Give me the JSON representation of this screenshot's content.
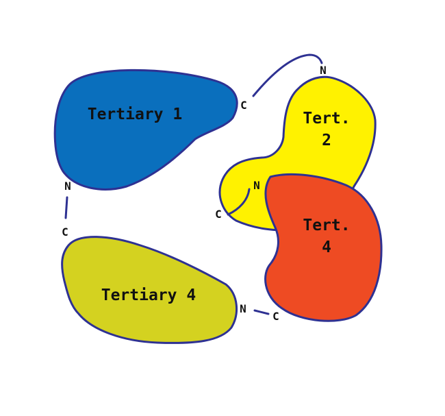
{
  "domains": {
    "tertiary_1": {
      "label": "Tertiary 1",
      "color": "#0a6fbd"
    },
    "tert_2": {
      "label_line1": "Tert.",
      "label_line2": "2",
      "color": "#fff200"
    },
    "tert_4_right": {
      "label_line1": "Tert.",
      "label_line2": "4",
      "color": "#ee4b23"
    },
    "tertiary_4": {
      "label": "Tertiary 4",
      "color": "#d4d220"
    }
  },
  "termini": {
    "tertiary_1_c": "C",
    "tert_2_n": "N",
    "tertiary_1_n": "N",
    "tertiary_4_c": "C",
    "tert_2_inner_n": "N",
    "tert_2_c": "C",
    "tertiary_4_n": "N",
    "tert_4_c": "C"
  },
  "outline_color": "#2e3192"
}
